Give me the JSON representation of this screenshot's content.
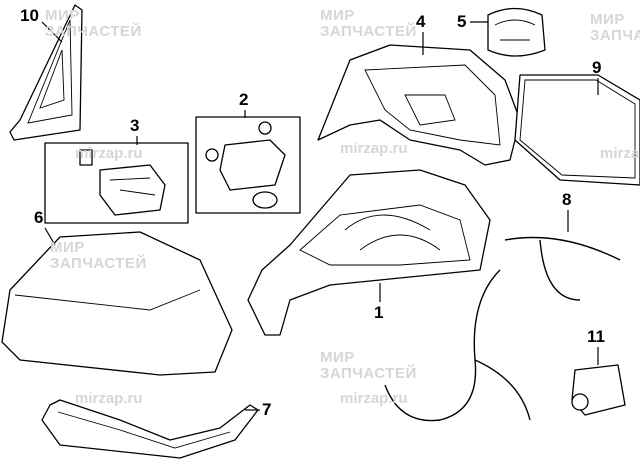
{
  "watermark": {
    "line1": "МИР",
    "line2": "ЗАПЧАСТЕЙ",
    "url": "mirzap.ru"
  },
  "callouts": {
    "c1": "1",
    "c2": "2",
    "c3": "3",
    "c4": "4",
    "c5": "5",
    "c6": "6",
    "c7": "7",
    "c8": "8",
    "c9": "9",
    "c10": "10",
    "c11": "11"
  }
}
